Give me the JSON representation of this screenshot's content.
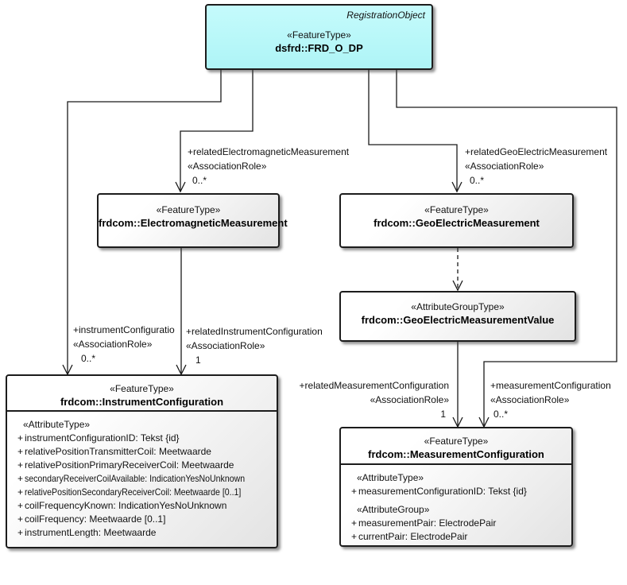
{
  "colors": {
    "accent_fill": "#b6f8fa",
    "box_fill_light": "#ffffff",
    "box_fill_shade": "#e3e3e3",
    "line": "#1a1a1a"
  },
  "classes": {
    "frd_o_dp": {
      "annotation": "RegistrationObject",
      "stereotype": "«FeatureType»",
      "name": "dsfrd::FRD_O_DP"
    },
    "electromagnetic_measurement": {
      "stereotype": "«FeatureType»",
      "name": "frdcom::ElectromagneticMeasurement"
    },
    "geo_electric_measurement": {
      "stereotype": "«FeatureType»",
      "name": "frdcom::GeoElectricMeasurement"
    },
    "geo_electric_measurement_value": {
      "stereotype": "«AttributeGroupType»",
      "name": "frdcom::GeoElectricMeasurementValue"
    },
    "instrument_configuration": {
      "stereotype": "«FeatureType»",
      "name": "frdcom::InstrumentConfiguration",
      "sections": [
        {
          "heading": "«AttributeType»",
          "attributes": [
            {
              "vis": "+",
              "text": "instrumentConfigurationID: Tekst {id}"
            },
            {
              "vis": "+",
              "text": "relativePositionTransmitterCoil: Meetwaarde"
            },
            {
              "vis": "+",
              "text": "relativePositionPrimaryReceiverCoil: Meetwaarde"
            },
            {
              "vis": "+",
              "text": "secondaryReceiverCoilAvailable: IndicationYesNoUnknown"
            },
            {
              "vis": "+",
              "text": "relativePositionSecondaryReceiverCoil: Meetwaarde [0..1]"
            },
            {
              "vis": "+",
              "text": "coilFrequencyKnown: IndicationYesNoUnknown"
            },
            {
              "vis": "+",
              "text": "coilFrequency: Meetwaarde [0..1]"
            },
            {
              "vis": "+",
              "text": "instrumentLength: Meetwaarde"
            }
          ]
        }
      ]
    },
    "measurement_configuration": {
      "stereotype": "«FeatureType»",
      "name": "frdcom::MeasurementConfiguration",
      "sections": [
        {
          "heading": "«AttributeType»",
          "attributes": [
            {
              "vis": "+",
              "text": "measurementConfigurationID: Tekst {id}"
            }
          ]
        },
        {
          "heading": "«AttributeGroup»",
          "attributes": [
            {
              "vis": "+",
              "text": "measurementPair: ElectrodePair"
            },
            {
              "vis": "+",
              "text": "currentPair: ElectrodePair"
            }
          ]
        }
      ]
    }
  },
  "associations": {
    "related_electromagnetic_measurement": {
      "role": "+relatedElectromagneticMeasurement",
      "stereotype": "«AssociationRole»",
      "multiplicity": "0..*"
    },
    "related_geo_electric_measurement": {
      "role": "+relatedGeoElectricMeasurement",
      "stereotype": "«AssociationRole»",
      "multiplicity": "0..*"
    },
    "instrument_configuration": {
      "role": "+instrumentConfiguratio",
      "stereotype": "«AssociationRole»",
      "multiplicity": "0..*"
    },
    "related_instrument_configuration": {
      "role": "+relatedInstrumentConfiguration",
      "stereotype": "«AssociationRole»",
      "multiplicity": "1"
    },
    "related_measurement_configuration": {
      "role": "+relatedMeasurementConfiguration",
      "stereotype": "«AssociationRole»",
      "multiplicity": "1"
    },
    "measurement_configuration": {
      "role": "+measurementConfiguration",
      "stereotype": "«AssociationRole»",
      "multiplicity": "0..*"
    }
  }
}
